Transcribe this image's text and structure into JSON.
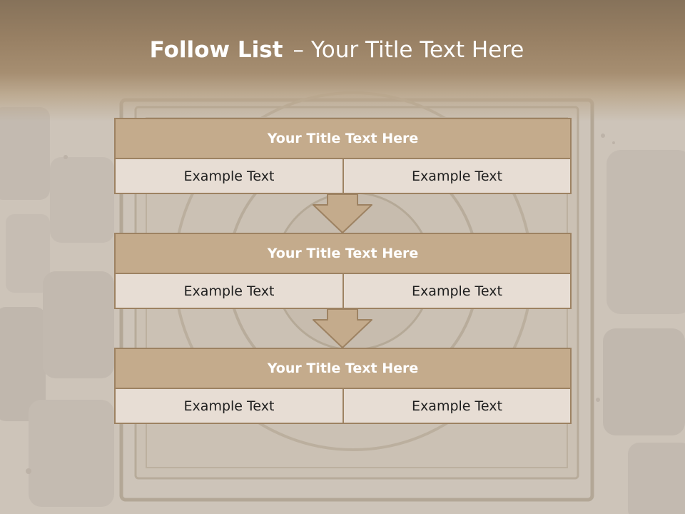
{
  "title": {
    "bold": "Follow List",
    "dash": "–",
    "rest": "Your Title Text Here"
  },
  "blocks": [
    {
      "title": "Your Title Text Here",
      "left": "Example Text",
      "right": "Example Text"
    },
    {
      "title": "Your Title Text Here",
      "left": "Example Text",
      "right": "Example Text"
    },
    {
      "title": "Your Title Text Here",
      "left": "Example Text",
      "right": "Example Text"
    }
  ],
  "colors": {
    "title_band": "#977f63",
    "block_header_fill": "#c4ab8c",
    "block_border": "#9d8262",
    "cell_fill": "#e7ddd4",
    "arrow_fill": "#c4ab8c"
  }
}
